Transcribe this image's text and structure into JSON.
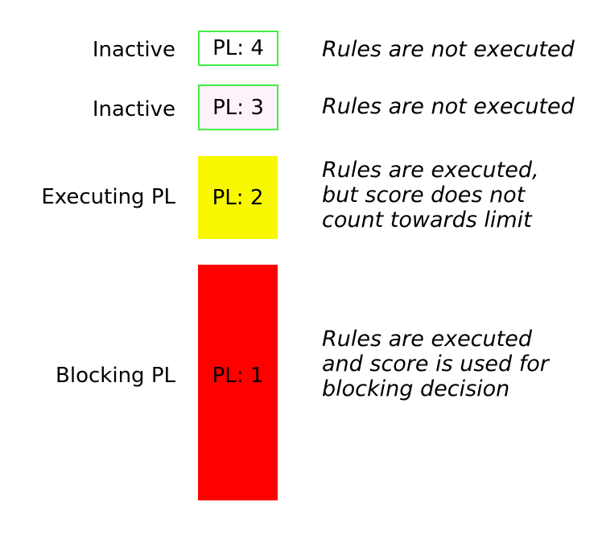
{
  "diagram": {
    "rows": [
      {
        "label": "Inactive",
        "box_label": "PL: 4",
        "description": "Rules are not executed",
        "box_fill": "#ffffff",
        "box_border": "#44ee44"
      },
      {
        "label": "Inactive",
        "box_label": "PL: 3",
        "description": "Rules are not executed",
        "box_fill": "#fdf2fb",
        "box_border": "#44ee44"
      },
      {
        "label": "Executing PL",
        "box_label": "PL: 2",
        "description": "Rules are executed,\nbut score does not\ncount towards limit",
        "box_fill": "#f8f800",
        "box_border": "none"
      },
      {
        "label": "Blocking PL",
        "box_label": "PL: 1",
        "description": "Rules are executed\nand score is used for\nblocking decision",
        "box_fill": "#ff0000",
        "box_border": "none"
      }
    ],
    "colors": {
      "background": "#ffffff",
      "text": "#000000",
      "green_border": "#44ee44",
      "yellow": "#f8f800",
      "red": "#ff0000",
      "pale_pink": "#fdf2fb",
      "white": "#ffffff"
    }
  }
}
